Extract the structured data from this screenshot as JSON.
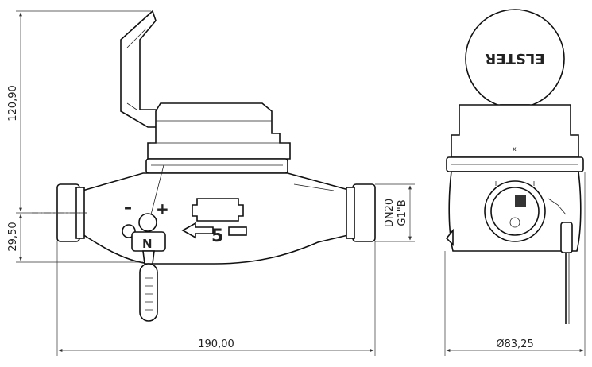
{
  "dimensions": {
    "total_height": "120,90",
    "axis_height": "29,50",
    "length": "190,00",
    "diameter": "Ø83,25"
  },
  "pipe_spec": {
    "dn": "DN20",
    "thread": "G1\"B"
  },
  "markings": {
    "minus": "–",
    "plus": "+",
    "flow_number": "5",
    "brand": "ELSTER",
    "seal_letter": "N",
    "small_x": "x"
  }
}
